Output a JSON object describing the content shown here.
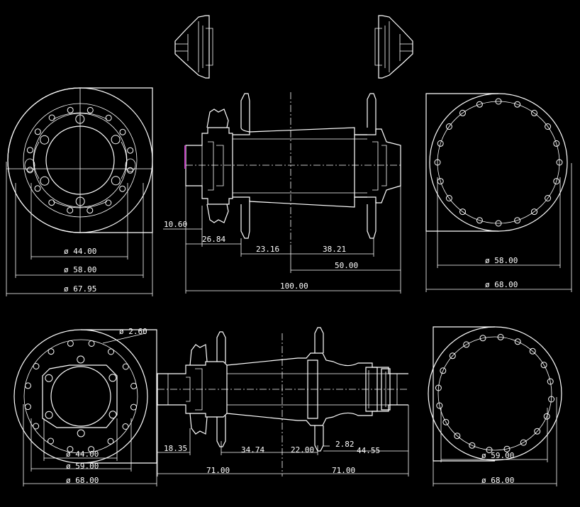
{
  "colors": {
    "background": "#000000",
    "line": "#ffffff",
    "accent": "#c040c0"
  },
  "front_hub": {
    "left_view": {
      "d1": "ø 44.00",
      "d2": "ø 58.00",
      "d3": "ø 67.95"
    },
    "side_view": {
      "l1": "10.60",
      "l2": "26.84",
      "l3": "23.16",
      "l4": "38.21",
      "l5": "50.00",
      "total": "100.00"
    },
    "right_view": {
      "d1": "ø 58.00",
      "d2": "ø 68.00"
    }
  },
  "rear_hub": {
    "left_view": {
      "hole": "ø 2.60",
      "d1": "ø 44.00",
      "d2": "ø 59.00",
      "d3": "ø 68.00"
    },
    "side_view": {
      "l1": "18.35",
      "l2": "34.74",
      "l3": "22.00",
      "l4": "2.82",
      "l5": "44.55",
      "half_left": "71.00",
      "half_right": "71.00"
    },
    "right_view": {
      "d1": "ø 59.00",
      "d2": "ø 68.00"
    }
  }
}
